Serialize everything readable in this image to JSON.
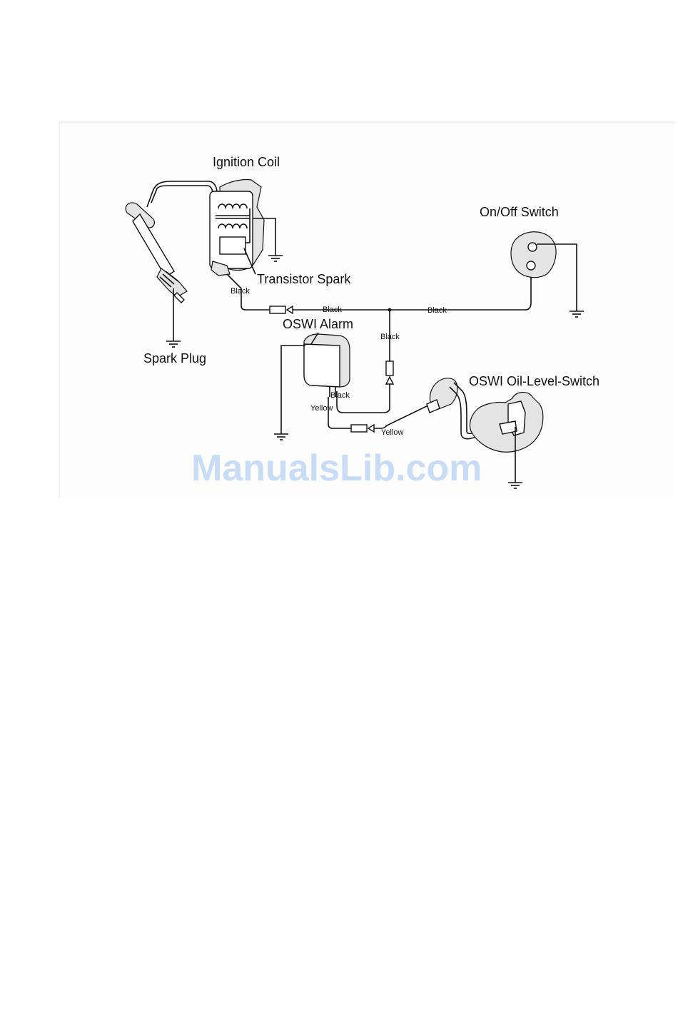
{
  "labels": {
    "ignition_coil": "Ignition Coil",
    "transistor_spark": "Transistor Spark",
    "on_off_switch": "On/Off Switch",
    "spark_plug": "Spark Plug",
    "oswi_alarm": "OSWI Alarm",
    "oswi_oil_level_switch": "OSWI Oil-Level-Switch"
  },
  "wire_labels": {
    "black_coil_drop": "Black",
    "black_main_left": "Black",
    "black_main_right": "Black",
    "black_branch": "Black",
    "black_alarm": "Black",
    "yellow_alarm": "Yellow",
    "yellow_switch": "Yellow"
  },
  "watermark": "ManualsLib.com",
  "colors": {
    "line": "#111111",
    "watermark": "#c9dcf5"
  }
}
